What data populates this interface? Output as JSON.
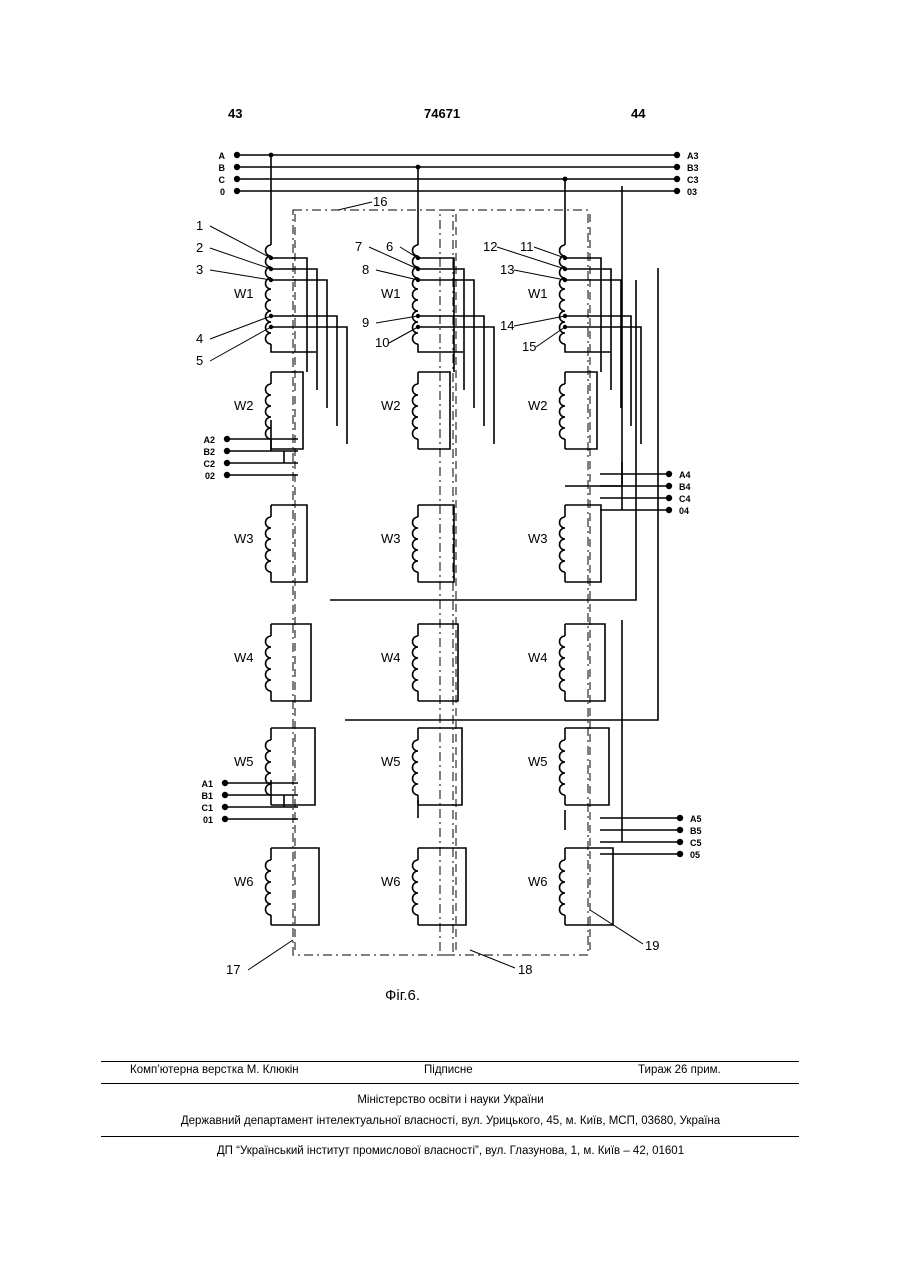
{
  "header": {
    "left_page": "43",
    "patent_number": "74671",
    "right_page": "44"
  },
  "figure": {
    "caption": "Фіг.6.",
    "terminals": {
      "top_left": [
        "A",
        "B",
        "C",
        "0"
      ],
      "top_right": [
        "A3",
        "B3",
        "C3",
        "03"
      ],
      "mid_left": [
        "A2",
        "B2",
        "C2",
        "02"
      ],
      "mid_right": [
        "A4",
        "B4",
        "C4",
        "04"
      ],
      "bottom_left": [
        "A1",
        "B1",
        "C1",
        "01"
      ],
      "bottom_right": [
        "A5",
        "B5",
        "C5",
        "05"
      ]
    },
    "windings": [
      "W1",
      "W2",
      "W3",
      "W4",
      "W5",
      "W6"
    ],
    "tap_numbers": [
      "1",
      "2",
      "3",
      "4",
      "5",
      "6",
      "7",
      "8",
      "9",
      "10",
      "11",
      "12",
      "13",
      "14",
      "15"
    ],
    "frame_numbers": [
      "16",
      "17",
      "18",
      "19"
    ]
  },
  "footer": {
    "layout": "Комп’ютерна верстка М. Клюкін",
    "signed": "Підписне",
    "circulation": "Тираж 26 прим.",
    "ministry": "Міністерство освіти і науки України",
    "department": "Державний департамент інтелектуальної власності, вул. Урицького, 45, м. Київ, МСП, 03680, Україна",
    "institute": "ДП “Український інститут промислової власності”, вул. Глазунова, 1, м. Київ – 42, 01601"
  },
  "colors": {
    "ink": "#000000",
    "paper": "#ffffff"
  }
}
